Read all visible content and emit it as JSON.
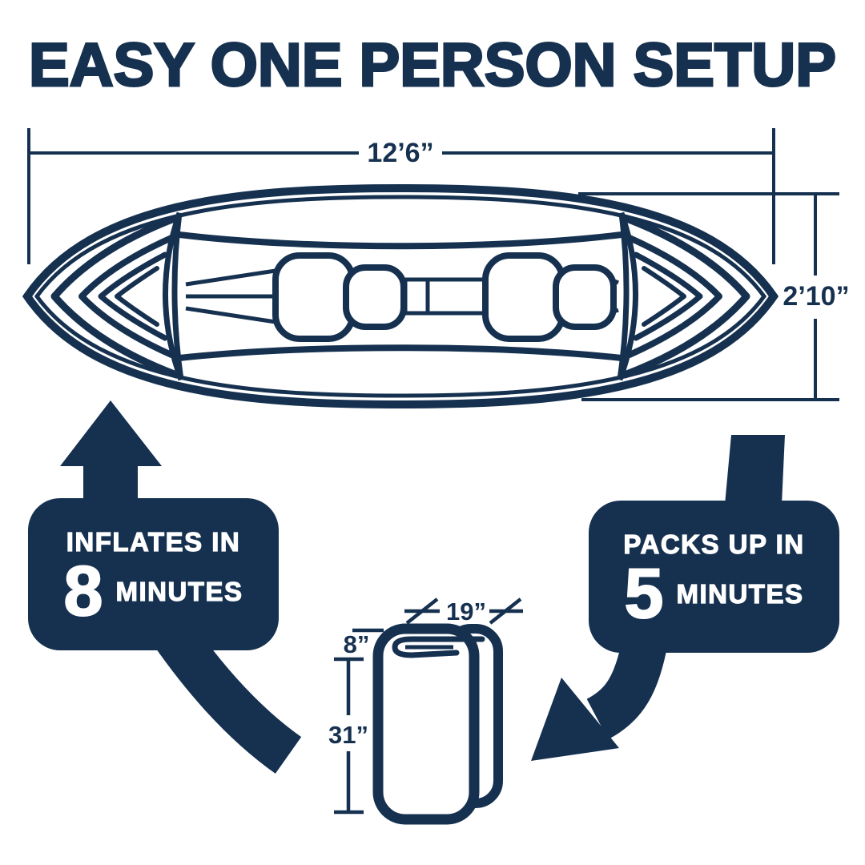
{
  "title": "EASY ONE PERSON SETUP",
  "colors": {
    "navy": "#163150",
    "text_on_navy": "#ffffff",
    "background": "#ffffff"
  },
  "kayak": {
    "length_label": "12’6”",
    "width_label": "2’10”"
  },
  "badges": {
    "inflate": {
      "heading": "INFLATES IN",
      "number": "8",
      "unit": "MINUTES"
    },
    "pack": {
      "heading": "PACKS UP IN",
      "number": "5",
      "unit": "MINUTES"
    }
  },
  "packed": {
    "width_label": "19”",
    "depth_label": "8”",
    "height_label": "31”"
  }
}
